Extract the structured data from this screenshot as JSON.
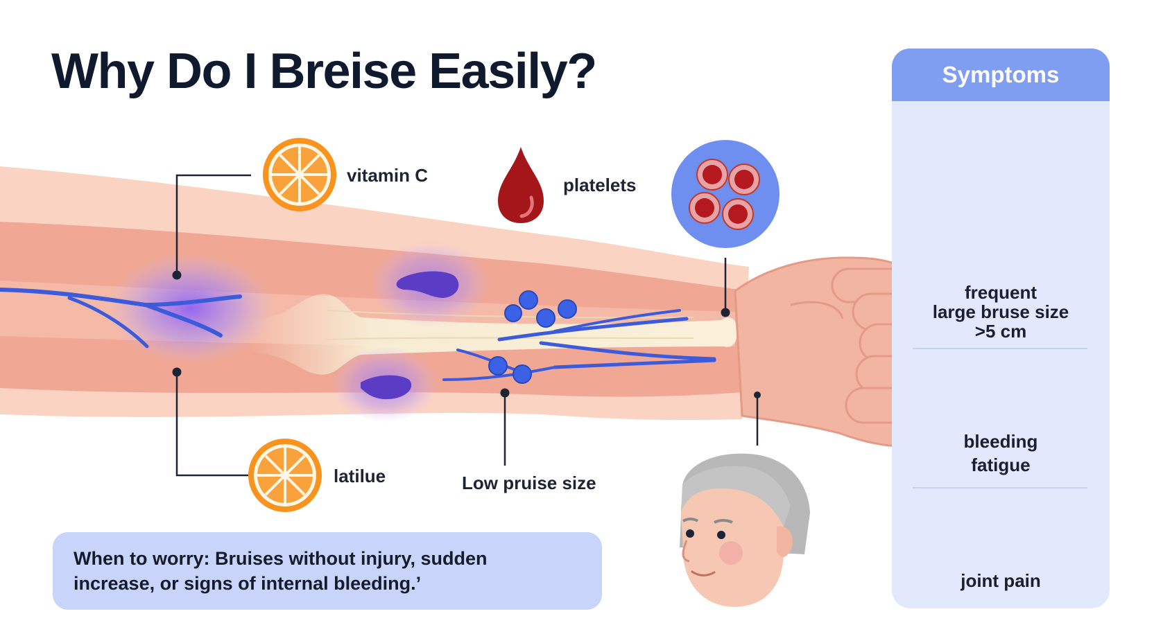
{
  "title": "Why Do I Breise Easily?",
  "labels": {
    "vitamin_c": "vitamin C",
    "platelets": "platelets",
    "latilue": "latilue",
    "low_pruise_size": "Low pruise size"
  },
  "worry": "When to worry: Bruises without injury, sudden increase, or signs of internal bleeding.’",
  "symptoms": {
    "header": "Symptoms",
    "item1": [
      "frequent",
      "large bruse size",
      ">5 cm"
    ],
    "item2": [
      "bleeding",
      "fatigue"
    ],
    "item3": [
      "joint pain"
    ]
  },
  "colors": {
    "title": "#0f1a2e",
    "skin": "#f2b5a2",
    "bruise": "#8b5cf6",
    "vein": "#3b5bdb",
    "orange": "#f7931e",
    "blood_drop": "#a4161a",
    "panel_header": "#7f9ef2",
    "panel_bg": "#e3e9fd",
    "worry_box": "#c9d4fb"
  },
  "icons": [
    "orange-slice-icon",
    "blood-drop-icon",
    "red-blood-cells-icon",
    "elderly-man-face-icon",
    "inflamed-gums-icon",
    "pill-capsule-icon"
  ]
}
